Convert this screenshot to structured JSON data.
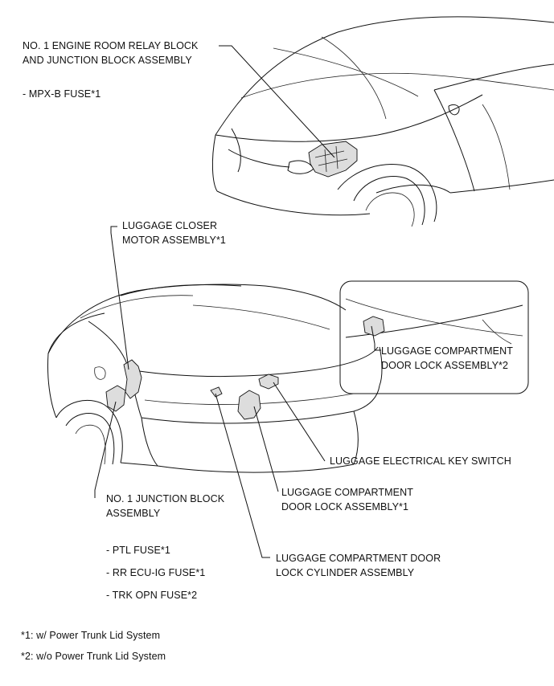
{
  "labels": {
    "engine_relay_block_line1": "NO. 1 ENGINE ROOM RELAY BLOCK",
    "engine_relay_block_line2": "AND JUNCTION BLOCK ASSEMBLY",
    "mpx_b_fuse": "- MPX-B FUSE*1",
    "closer_motor_line1": "LUGGAGE CLOSER",
    "closer_motor_line2": "MOTOR ASSEMBLY*1",
    "door_lock_inset_line1": "LUGGAGE COMPARTMENT",
    "door_lock_inset_line2": "DOOR LOCK ASSEMBLY*2",
    "key_switch": "LUGGAGE ELECTRICAL KEY SWITCH",
    "door_lock_line1": "LUGGAGE COMPARTMENT",
    "door_lock_line2": "DOOR LOCK ASSEMBLY*1",
    "junction_block_line1": "NO. 1 JUNCTION BLOCK",
    "junction_block_line2": "ASSEMBLY",
    "lock_cylinder_line1": "LUGGAGE COMPARTMENT DOOR",
    "lock_cylinder_line2": "LOCK CYLINDER ASSEMBLY"
  },
  "fuses": [
    "- PTL FUSE*1",
    "- RR ECU-IG FUSE*1",
    "- TRK OPN FUSE*2"
  ],
  "footnotes": [
    "*1: w/ Power Trunk Lid System",
    "*2: w/o Power Trunk Lid System"
  ]
}
